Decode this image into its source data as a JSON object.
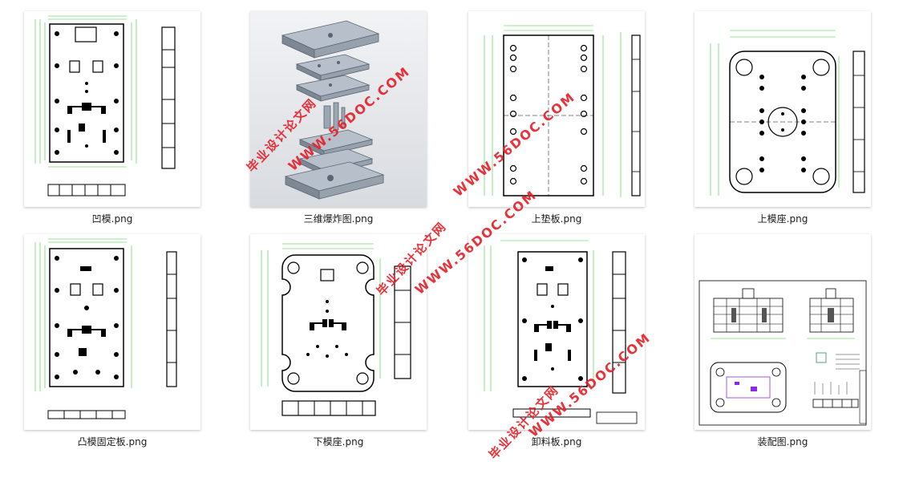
{
  "files": [
    {
      "name": "凹模.png"
    },
    {
      "name": "三维爆炸图.png"
    },
    {
      "name": "上垫板.png"
    },
    {
      "name": "上模座.png"
    },
    {
      "name": "凸模固定板.png"
    },
    {
      "name": "下模座.png"
    },
    {
      "name": "卸料板.png"
    },
    {
      "name": "装配图.png"
    }
  ],
  "watermark": {
    "cn": "毕业设计论文网",
    "en": "WWW.56DOC.COM"
  },
  "colors": {
    "watermark": "#e8202a",
    "drawing_line": "#000000",
    "dimension": "#33cc33",
    "plate_3d": "#9aa6b2"
  }
}
